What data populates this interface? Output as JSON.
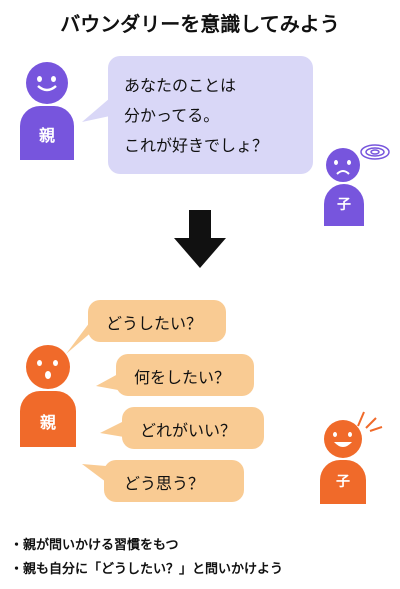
{
  "title": "バウンダリーを意識してみよう",
  "top_scene": {
    "parent_label": "親",
    "child_label": "子",
    "speech_lines": [
      "あなたのことは",
      "分かってる。",
      "これが好きでしょ？"
    ]
  },
  "bottom_scene": {
    "parent_label": "親",
    "child_label": "子",
    "questions": [
      "どうしたい？",
      "何をしたい？",
      "どれがいい？",
      "どう思う？"
    ]
  },
  "notes": [
    "・親が問いかける習慣をもつ",
    "・親も自分に「どうしたい？」と問いかけよう"
  ],
  "colors": {
    "parent_top": "#7755dd",
    "child_top": "#7755dd",
    "parent_bottom": "#f06a2a",
    "child_bottom": "#f06a2a",
    "bubble_top": "#d9d7f7",
    "bubble_bottom": "#f9cb93"
  },
  "icons": {
    "arrow": "arrow-down-icon",
    "child_top_mark": "dizzy-swirl-icon",
    "child_bottom_mark": "exclamation-sparkle-icon"
  }
}
